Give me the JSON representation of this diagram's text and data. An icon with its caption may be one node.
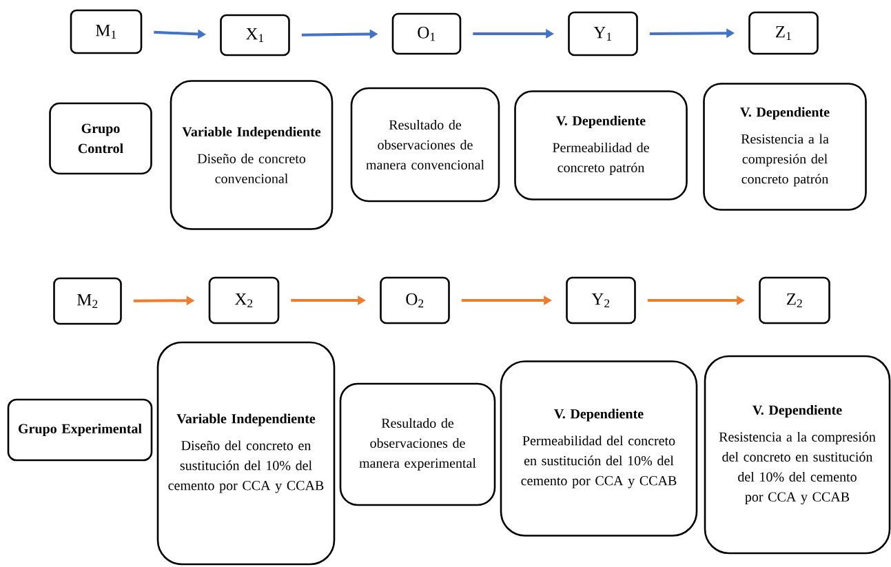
{
  "diagram": {
    "nodes": [
      {
        "text": [
          "M$_{1}$"
        ]
      },
      {
        "text": [
          "X$_{1}$"
        ]
      },
      {
        "text": [
          "O$_{1}$"
        ]
      },
      {
        "text": [
          "Y$_{1}$"
        ]
      },
      {
        "text": [
          "Z$_{1}$"
        ]
      },
      {
        "text": [
          "Grupo Control"
        ]
      },
      {
        "text": [
          "Variable Independiente",
          "Diseño de concreto convencional"
        ]
      },
      {
        "text": [
          "Resultado de observaciones de manera convencional"
        ]
      },
      {
        "text": [
          "V. Dependiente",
          "Permeabilidad de concreto patrón"
        ]
      },
      {
        "text": [
          "V. Dependiente",
          "Resistencia a la compresión del concreto patrón"
        ]
      },
      {
        "text": [
          "M$_{2}$"
        ]
      },
      {
        "text": [
          "X$_{2}$"
        ]
      },
      {
        "text": [
          "O$_{2}$"
        ]
      },
      {
        "text": [
          "Y$_{2}$"
        ]
      },
      {
        "text": [
          "Z$_{2}$"
        ]
      },
      {
        "text": [
          "Grupo Experimental"
        ]
      },
      {
        "text": [
          "Variable Independiente",
          "Diseño del concreto en sustitución del 10% del cemento por CCA y CCAB"
        ]
      },
      {
        "text": [
          "Resultado de observaciones de manera experimental"
        ]
      },
      {
        "text": [
          "V. Dependiente",
          "Permeabilidad del concreto en sustitución del 10% del cemento por CCA y CCAB"
        ]
      },
      {
        "text": [
          "V. Dependiente",
          "Resistencia a la compresión del concreto en sustitución del 10% del cemento por CCA y CCAB"
        ]
      }
    ],
    "edges": [
      {
        "from": 0,
        "to": 1,
        "arrow": "to",
        "color": "#4472c4"
      },
      {
        "from": 1,
        "to": 2,
        "arrow": "to",
        "color": "#4472c4"
      },
      {
        "from": 2,
        "to": 3,
        "arrow": "to",
        "color": "#4472c4"
      },
      {
        "from": 3,
        "to": 4,
        "arrow": "to",
        "color": "#4472c4"
      },
      {
        "from": 10,
        "to": 11,
        "arrow": "to",
        "color": "#ed7d31"
      },
      {
        "from": 11,
        "to": 12,
        "arrow": "to",
        "color": "#ed7d31"
      },
      {
        "from": 12,
        "to": 13,
        "arrow": "to",
        "color": "#ed7d31"
      },
      {
        "from": 13,
        "to": 14,
        "arrow": "to",
        "color": "#ed7d31"
      }
    ]
  }
}
